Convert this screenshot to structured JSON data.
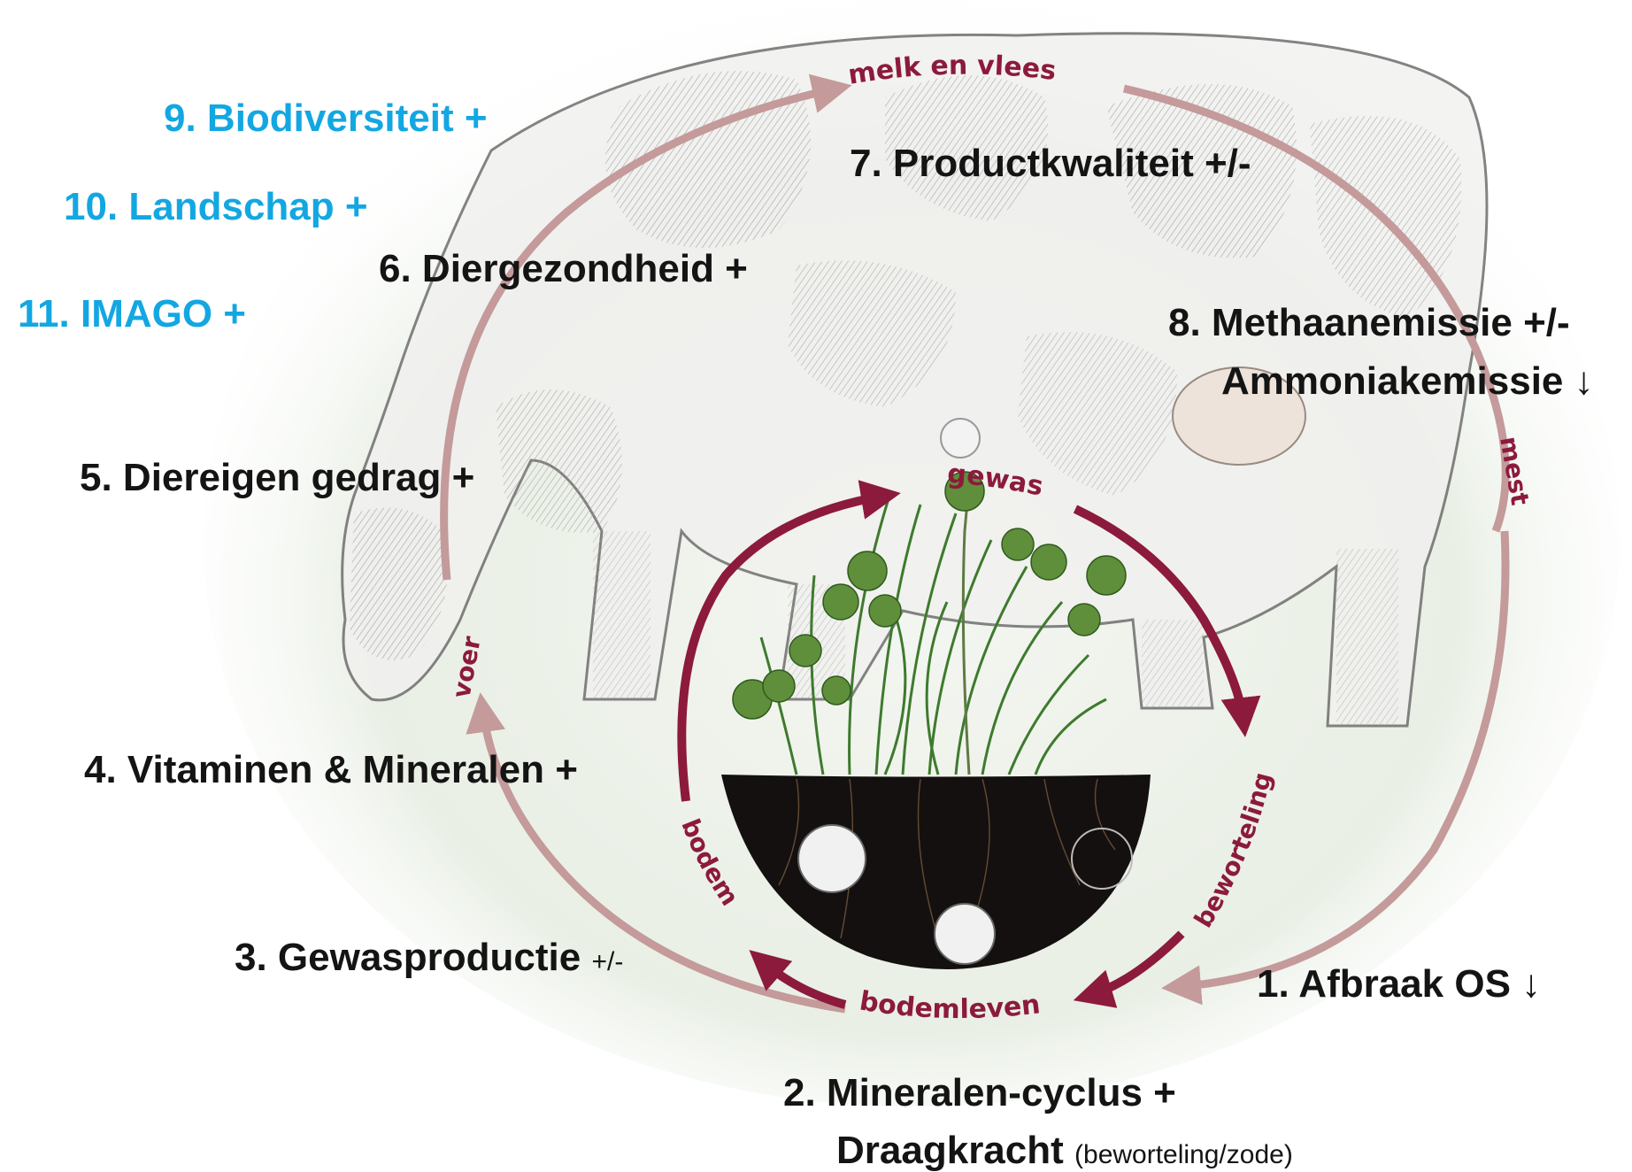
{
  "colors": {
    "outer_cycle": "#c49a9a",
    "inner_cycle": "#8c1a3c",
    "cycle_text": "#8c1a3c",
    "black_label": "#141414",
    "blue_label": "#13a7e2",
    "soil": "#141010"
  },
  "outer_cycle_labels": {
    "melk_en_vlees": "melk en vlees",
    "mest": "mest",
    "voer": "voer"
  },
  "inner_cycle_labels": {
    "gewas": "gewas",
    "beworteling": "beworteling",
    "bodemleven": "bodemleven",
    "bodem": "bodem"
  },
  "labels": {
    "l9": "9. Biodiversiteit +",
    "l10": "10. Landschap +",
    "l11": "11. IMAGO +",
    "l7": "7. Productkwaliteit  +/-",
    "l6": "6. Diergezondheid +",
    "l8a": "8. Methaanemissie +/-",
    "l8b": "Ammoniakemissie ↓",
    "l5": "5. Diereigen gedrag +",
    "l4": "4. Vitaminen & Mineralen +",
    "l3": "3. Gewasproductie",
    "l3_suffix": "+/-",
    "l1": "1. Afbraak OS ↓",
    "l2a": "2. Mineralen-cyclus +",
    "l2b": "Draagkracht",
    "l2b_suffix": "(beworteling/zode)"
  },
  "illustration": {
    "cow": "cow-illustration",
    "grass": "grass-and-clover-illustration",
    "soil": "soil-cross-section-illustration"
  }
}
